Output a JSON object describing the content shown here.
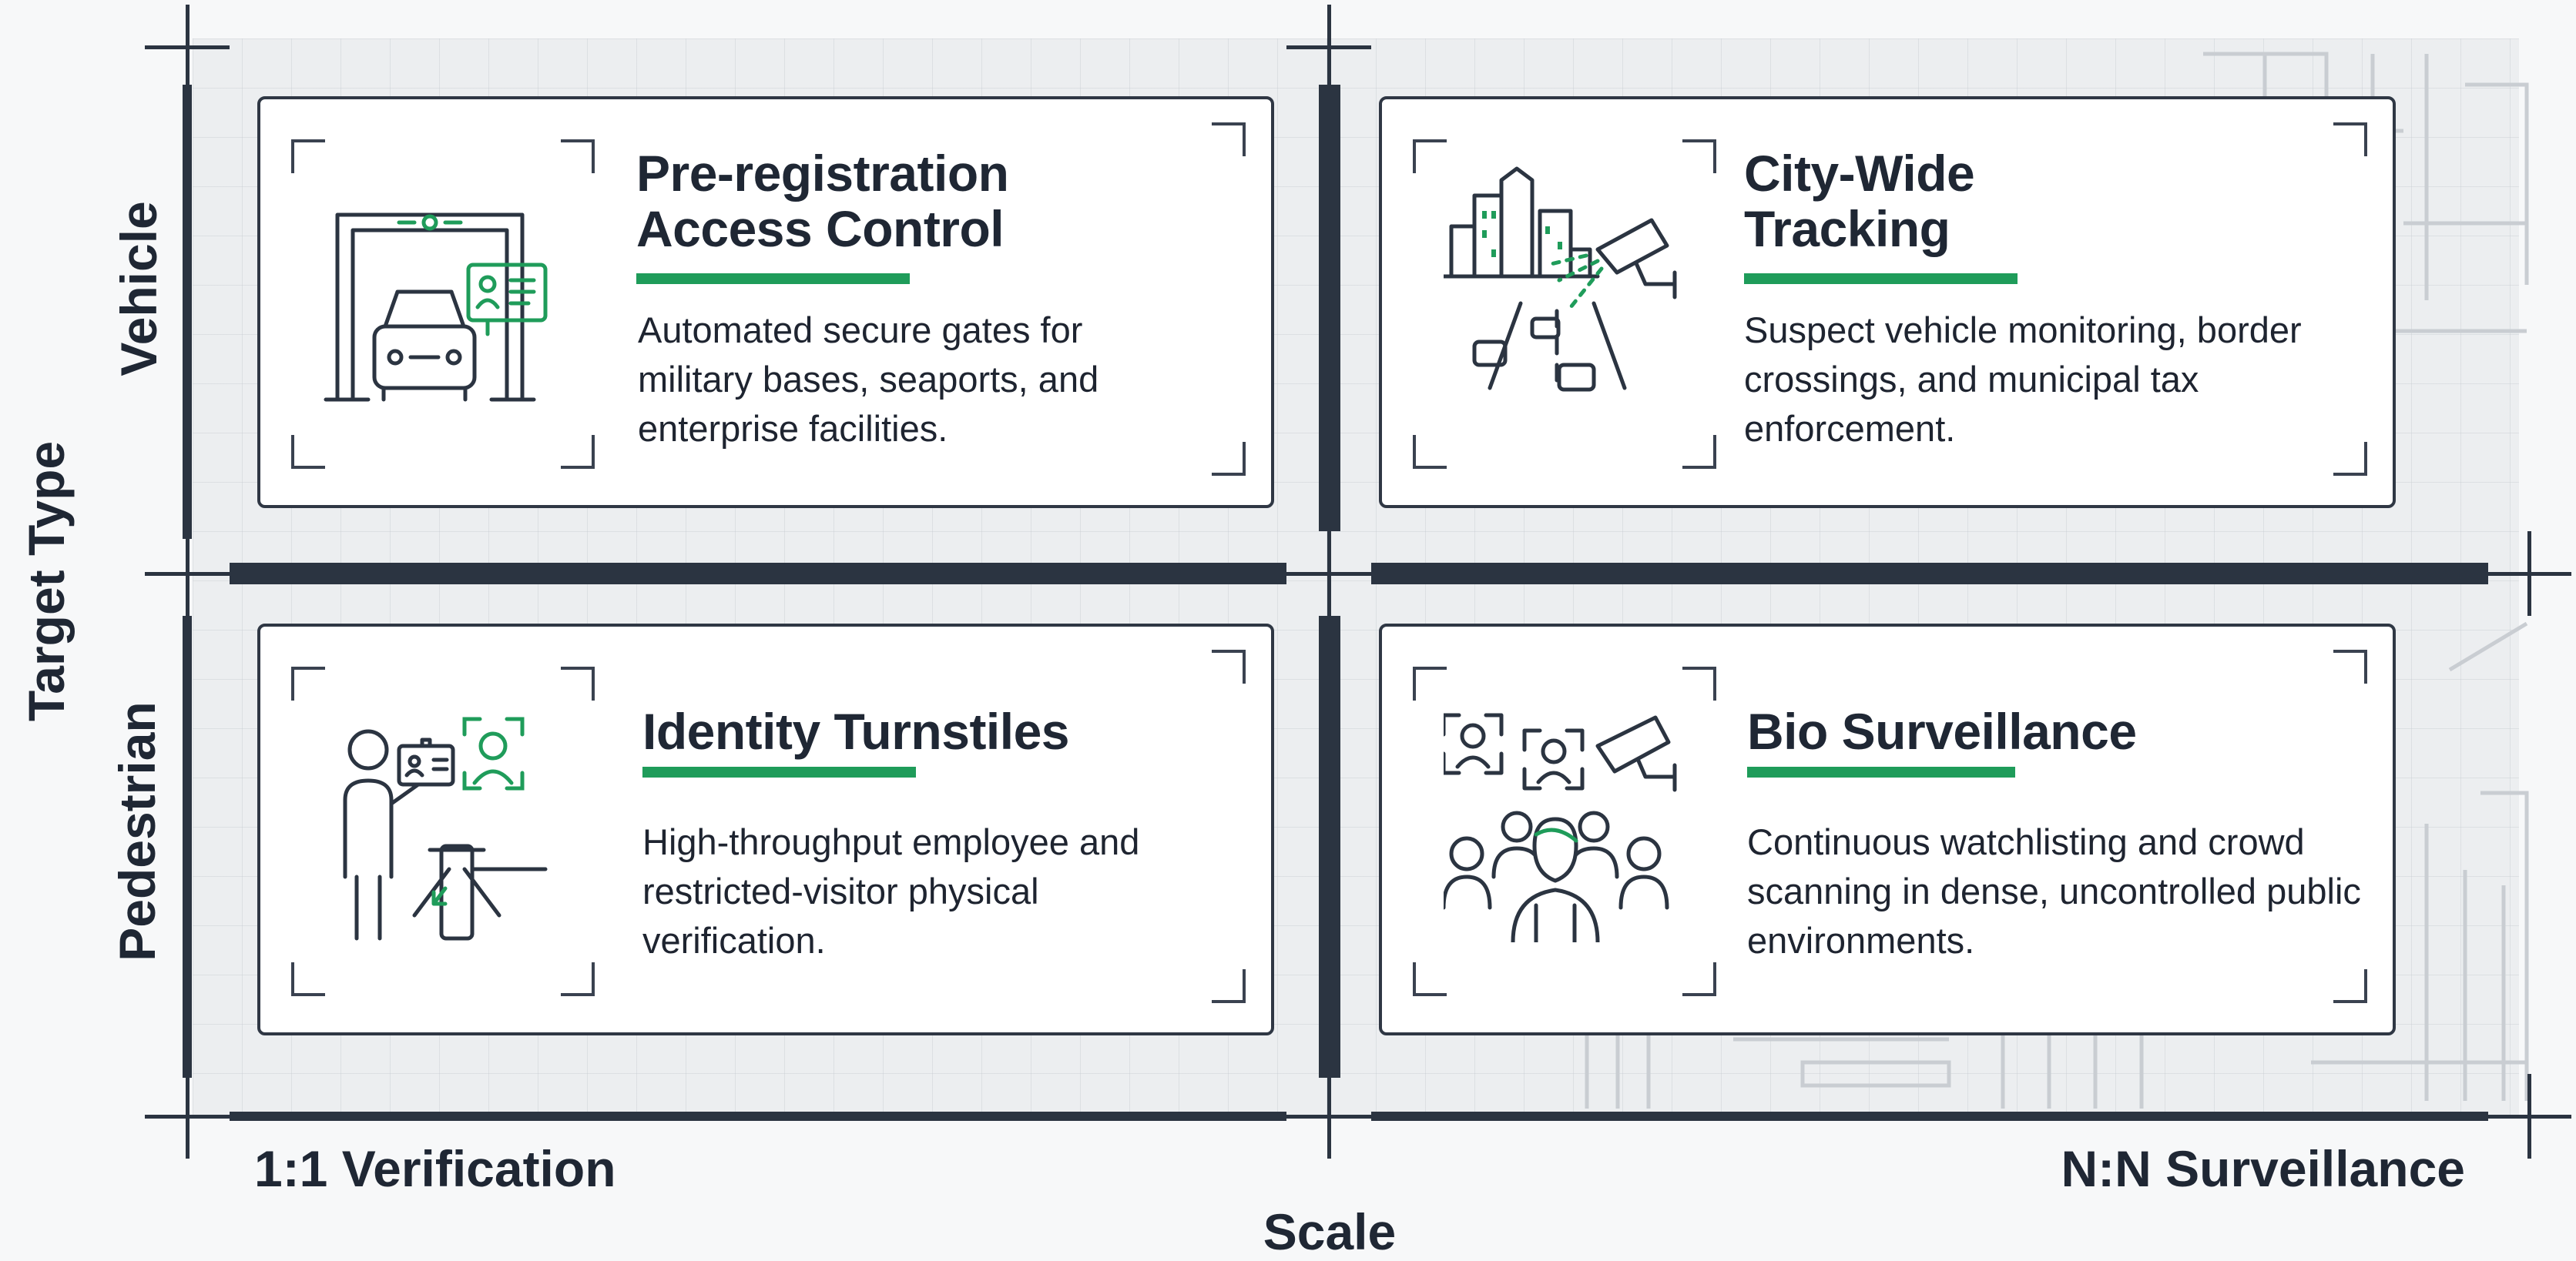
{
  "axes": {
    "y_title": "Target Type",
    "y_top": "Vehicle",
    "y_bottom": "Pedestrian",
    "x_title": "Scale",
    "x_left": "1:1 Verification",
    "x_right": "N:N Surveillance"
  },
  "quadrants": [
    {
      "title": "Pre-registration Access Control",
      "description": "Automated secure gates for military bases, seaports, and enterprise facilities.",
      "icon": "gate-car-icon"
    },
    {
      "title": "City-Wide Tracking",
      "description": "Suspect vehicle monitoring, border crossings, and municipal tax enforcement.",
      "icon": "city-camera-icon"
    },
    {
      "title": "Identity Turnstiles",
      "description": "High-throughput employee and restricted-visitor physical verification.",
      "icon": "turnstile-person-icon"
    },
    {
      "title": "Bio Surveillance",
      "description": "Continuous watchlisting and crowd scanning in dense, uncontrolled public environments.",
      "icon": "crowd-camera-icon"
    }
  ],
  "colors": {
    "accent": "#1f9c5a",
    "dark": "#2b3441"
  }
}
